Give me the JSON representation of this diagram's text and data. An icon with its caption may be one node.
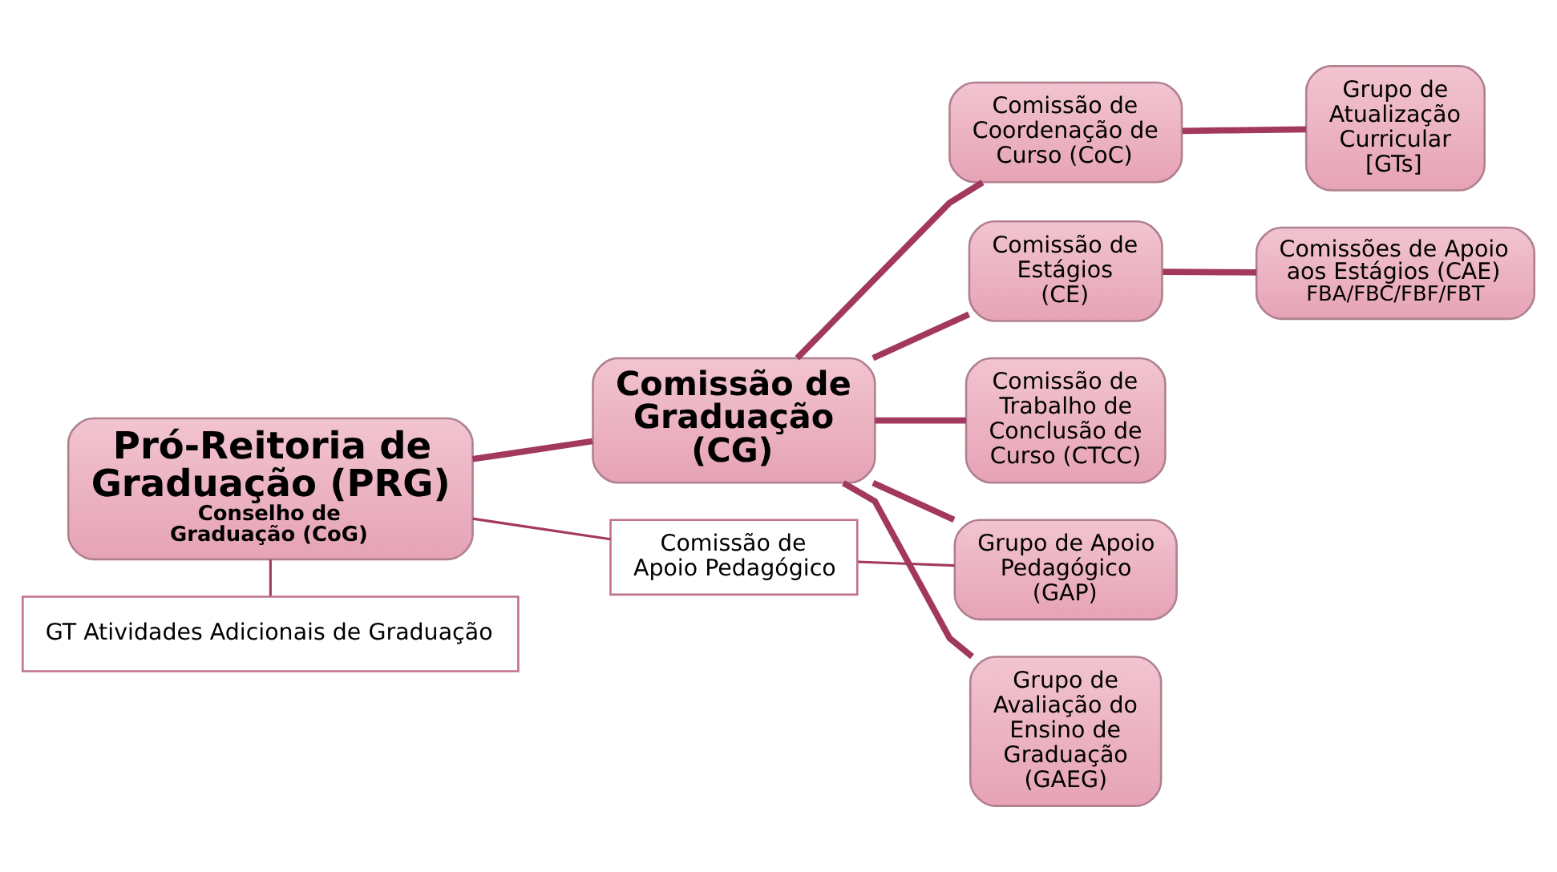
{
  "diagram": {
    "nodes": [
      {
        "text": [
          "Pró-Reitoria de Graduação (PRG)",
          "Conselho de Graduação (CoG)"
        ]
      },
      {
        "text": [
          "Comissão de Graduação",
          "(CG)"
        ]
      },
      {
        "text": [
          "Comissão de Coordenação de Curso (CoC)"
        ]
      },
      {
        "text": [
          "Grupo de Atualização Curricular [GTs]"
        ]
      },
      {
        "text": [
          "Comissão de Estágios (CE)"
        ]
      },
      {
        "text": [
          "Comissões de Apoio aos Estágios (CAE)",
          "FBA/FBC/FBF/FBT"
        ]
      },
      {
        "text": [
          "Comissão de Trabalho de Conclusão de Curso (CTCC)"
        ]
      },
      {
        "text": [
          "Grupo de Apoio Pedagógico (GAP)"
        ]
      },
      {
        "text": [
          "Comissão de Apoio Pedagógico"
        ]
      },
      {
        "text": [
          "Grupo de Avaliação do Ensino de Graduação (GAEG)"
        ]
      },
      {
        "text": [
          "GT Atividades Adicionais de Graduação"
        ]
      }
    ],
    "edges": [
      {
        "from": 0,
        "to": 1,
        "arrow": "none"
      },
      {
        "from": 1,
        "to": 2,
        "arrow": "none"
      },
      {
        "from": 2,
        "to": 3,
        "arrow": "none"
      },
      {
        "from": 1,
        "to": 4,
        "arrow": "none"
      },
      {
        "from": 4,
        "to": 5,
        "arrow": "none"
      },
      {
        "from": 1,
        "to": 6,
        "arrow": "none"
      },
      {
        "from": 1,
        "to": 7,
        "arrow": "none"
      },
      {
        "from": 1,
        "to": 9,
        "arrow": "none"
      },
      {
        "from": 0,
        "to": 8,
        "arrow": "none"
      },
      {
        "from": 8,
        "to": 7,
        "arrow": "none"
      },
      {
        "from": 0,
        "to": 10,
        "arrow": "none"
      }
    ]
  }
}
